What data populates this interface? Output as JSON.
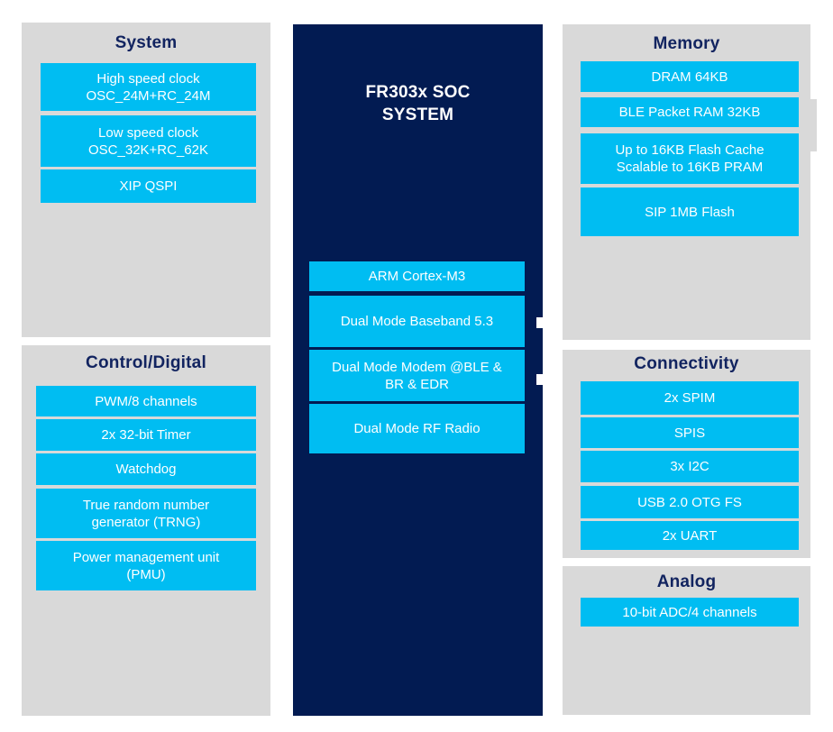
{
  "diagram_title": "FR303x SOC\nSYSTEM",
  "colors": {
    "block_cyan": "#00BDF2",
    "soc_navy": "#021B52",
    "panel_gray": "#D9D9D9",
    "title_navy": "#122460",
    "block_text": "#FFFFFF"
  },
  "center": {
    "title": "FR303x SOC\nSYSTEM",
    "blocks": [
      "ARM Cortex-M3",
      "Dual Mode Baseband 5.3",
      "Dual Mode Modem @BLE &\nBR & EDR",
      "Dual Mode RF Radio"
    ]
  },
  "panels": {
    "system": {
      "title": "System",
      "blocks": [
        "High speed clock\nOSC_24M+RC_24M",
        "Low speed clock\nOSC_32K+RC_62K",
        "XIP QSPI"
      ]
    },
    "control_digital": {
      "title": "Control/Digital",
      "blocks": [
        "PWM/8 channels",
        "2x 32-bit Timer",
        "Watchdog",
        "True random number\ngenerator (TRNG)",
        "Power management unit\n(PMU)"
      ]
    },
    "memory": {
      "title": "Memory",
      "blocks": [
        "DRAM 64KB",
        "BLE Packet RAM 32KB",
        "Up to 16KB Flash Cache\nScalable to 16KB PRAM",
        "SIP 1MB Flash"
      ]
    },
    "connectivity": {
      "title": "Connectivity",
      "blocks": [
        "2x SPIM",
        "SPIS",
        "3x I2C",
        "USB 2.0 OTG FS",
        "2x UART"
      ]
    },
    "analog": {
      "title": "Analog",
      "blocks": [
        "10-bit ADC/4 channels"
      ]
    }
  }
}
